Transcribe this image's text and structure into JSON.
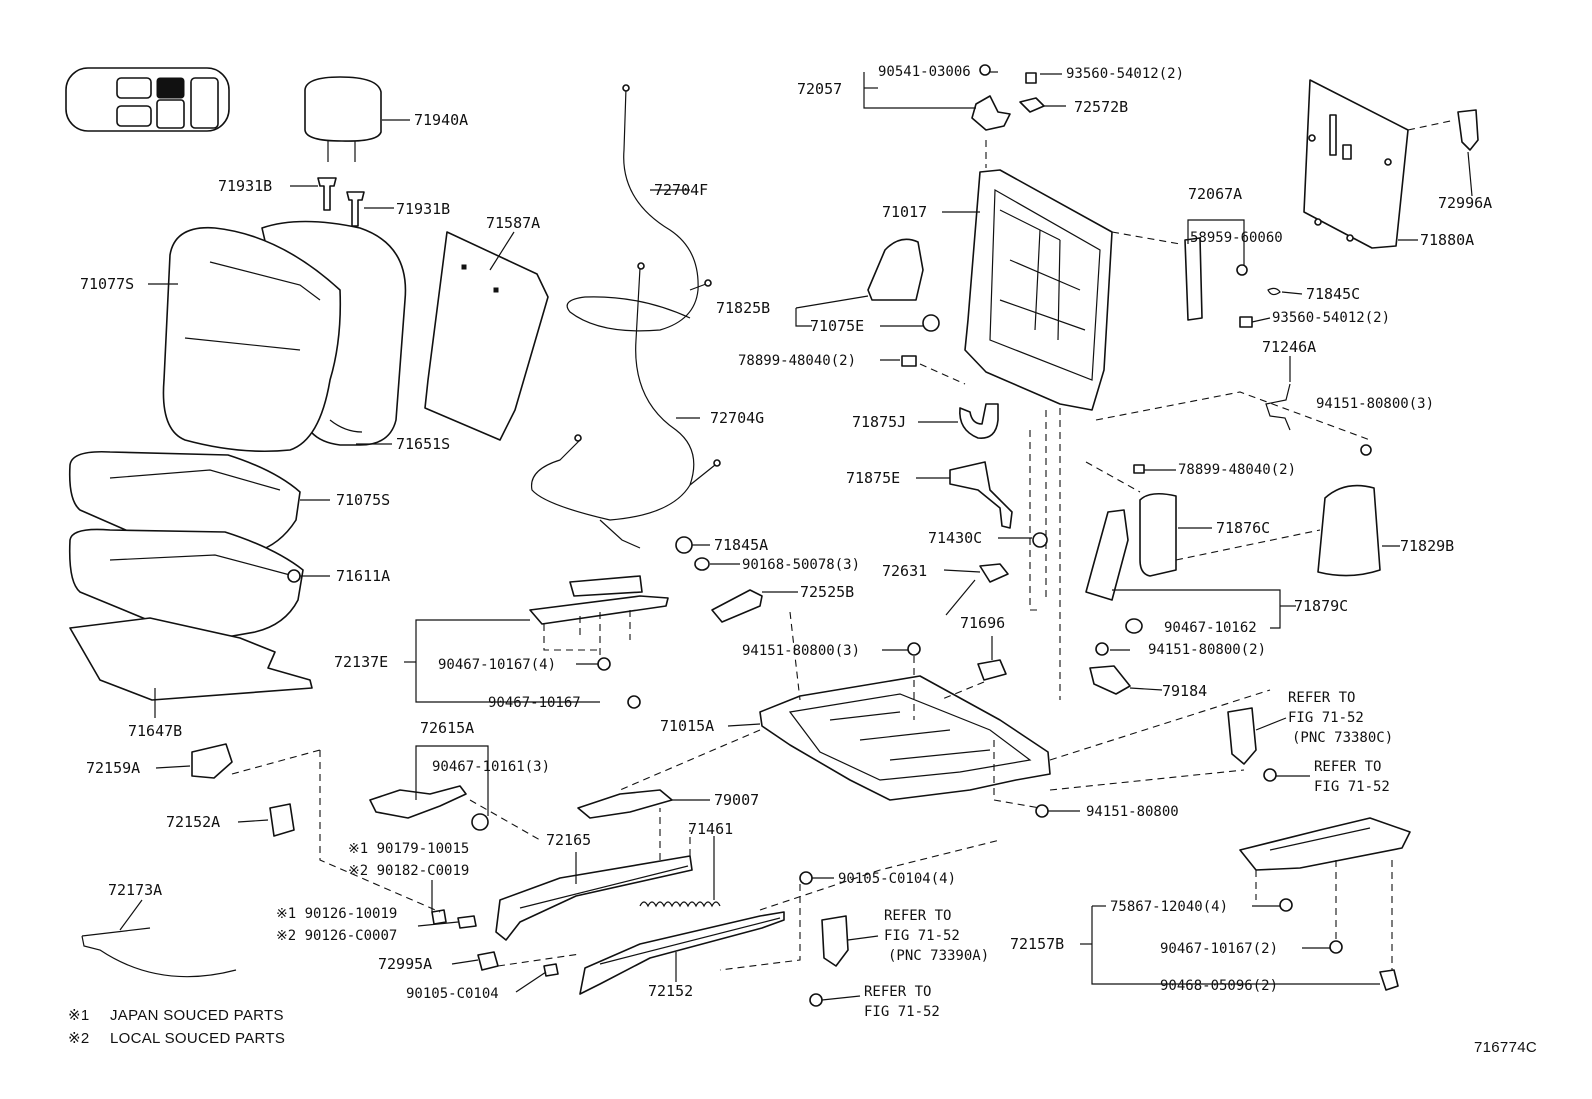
{
  "diagram": {
    "figure_id": "716774C",
    "locator_icon": "seat-position-locator-icon",
    "notes": [
      {
        "mark": "※1",
        "text": "JAPAN SOUCED PARTS"
      },
      {
        "mark": "※2",
        "text": "LOCAL SOUCED PARTS"
      }
    ],
    "labels": {
      "p71940A": "71940A",
      "p71931B_a": "71931B",
      "p71931B_b": "71931B",
      "p71077S": "71077S",
      "p71587A": "71587A",
      "p71651S": "71651S",
      "p71075S": "71075S",
      "p71611A": "71611A",
      "p71647B": "71647B",
      "p72704F": "72704F",
      "p72704G": "72704G",
      "p72057": "72057",
      "p90541": "90541-03006",
      "p93560_top": "93560-54012(2)",
      "p72572B": "72572B",
      "p71017": "71017",
      "p71825B": "71825B",
      "p71075E": "71075E",
      "p78899_left": "78899-48040(2)",
      "p71875J": "71875J",
      "p71875E": "71875E",
      "p71430C": "71430C",
      "p72631": "72631",
      "p71696": "71696",
      "p72067A": "72067A",
      "p58959": "58959-60060",
      "p71845C": "71845C",
      "p93560_mid": "93560-54012(2)",
      "p71880A": "71880A",
      "p72996A": "72996A",
      "p71246A": "71246A",
      "p94151_3r": "94151-80800(3)",
      "p78899_right": "78899-48040(2)",
      "p71876C": "71876C",
      "p71829B": "71829B",
      "p71879C": "71879C",
      "p90467_10162": "90467-10162",
      "p94151_2": "94151-80800(2)",
      "p79184": "79184",
      "p71845A": "71845A",
      "p90168": "90168-50078(3)",
      "p72525B": "72525B",
      "p94151_3c": "94151-80800(3)",
      "p72137E": "72137E",
      "p90467_4": "90467-10167(4)",
      "p90467_a": "90467-10167",
      "p71015A": "71015A",
      "p72615A": "72615A",
      "p90467_10161": "90467-10161(3)",
      "p79007": "79007",
      "p72165": "72165",
      "p71461": "71461",
      "p90179": "※1 90179-10015",
      "p90182": "※2 90182-C0019",
      "p90126_1": "※1 90126-10019",
      "p90126_2": "※2 90126-C0007",
      "p72995A": "72995A",
      "p90105_4": "90105-C0104(4)",
      "p90105": "90105-C0104",
      "p72152": "72152",
      "p72152A": "72152A",
      "p72159A": "72159A",
      "p72173A": "72173A",
      "p94151_single": "94151-80800",
      "p75867": "75867-12040(4)",
      "p90467_2": "90467-10167(2)",
      "p90468": "90468-05096(2)",
      "p72157B": "72157B"
    },
    "references": {
      "ref_a1": "REFER TO",
      "ref_a2": "FIG 71-52",
      "ref_a3": "(PNC 73380C)",
      "ref_b1": "REFER TO",
      "ref_b2": "FIG 71-52",
      "ref_c1": "REFER TO",
      "ref_c2": "FIG 71-52",
      "ref_c3": "(PNC 73390A)",
      "ref_d1": "REFER TO",
      "ref_d2": "FIG 71-52"
    }
  }
}
